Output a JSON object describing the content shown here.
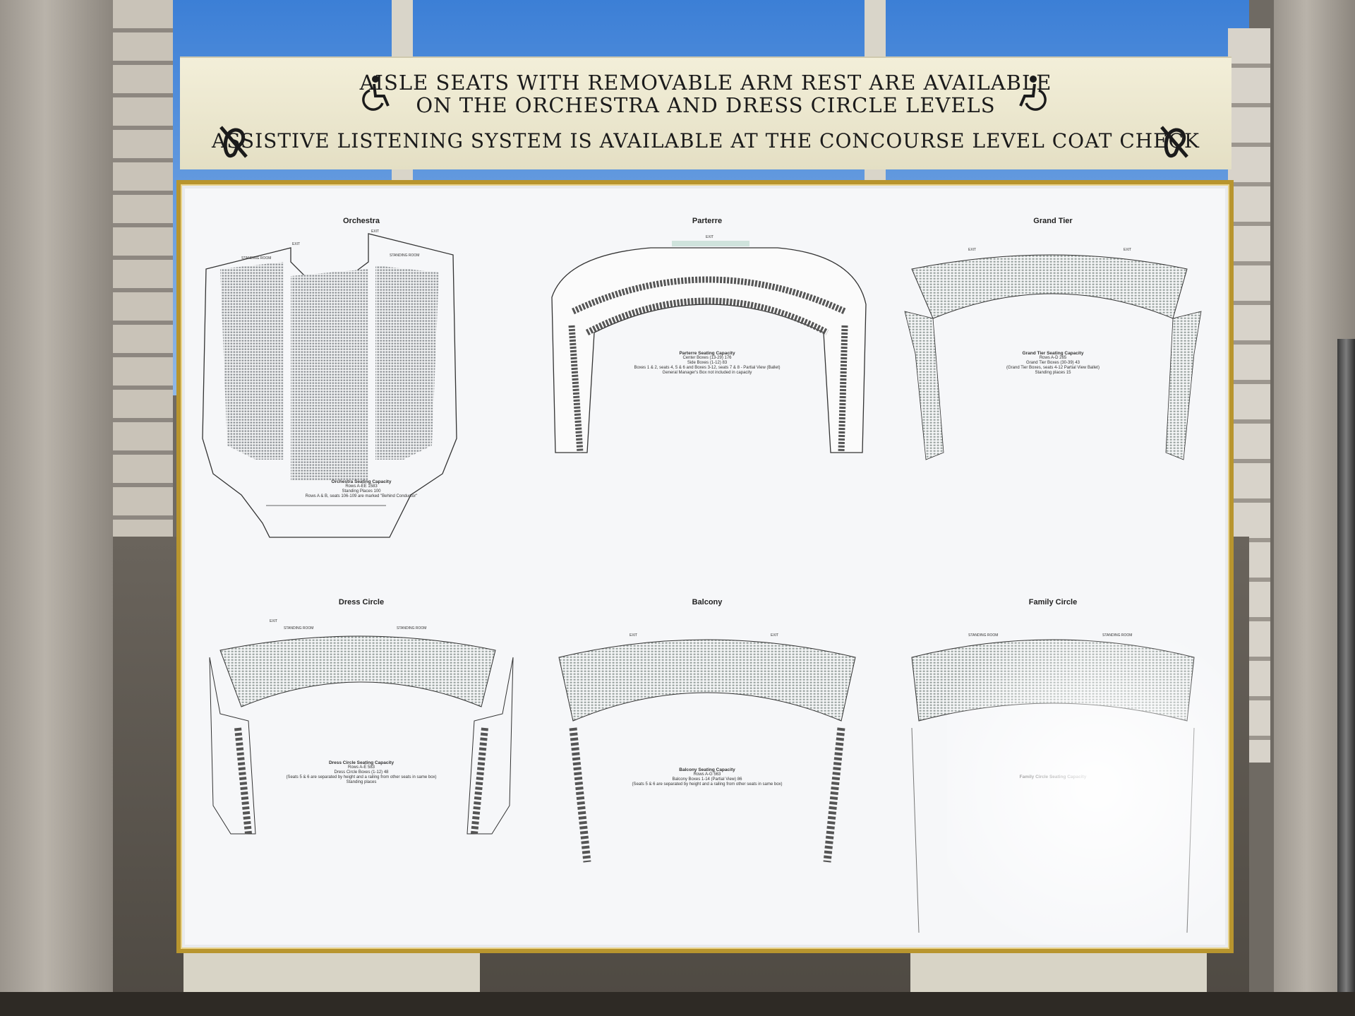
{
  "sign": {
    "line1": "AISLE SEATS WITH REMOVABLE ARM REST ARE AVAILABLE",
    "line2": "ON THE ORCHESTRA AND DRESS CIRCLE LEVELS",
    "line3": "ASSISTIVE LISTENING SYSTEM IS AVAILABLE AT THE CONCOURSE LEVEL COAT CHECK"
  },
  "sections": {
    "orchestra": {
      "title": "Orchestra",
      "exit": "EXIT",
      "standing": "STANDING ROOM",
      "caption_title": "Orchestra Seating Capacity",
      "caption_rows": "Rows A-EE          1583",
      "caption_standing": "Standing Places          100",
      "caption_note": "Rows A & B, seats 106-109 are marked \"Behind Conductor\""
    },
    "parterre": {
      "title": "Parterre",
      "exit": "EXIT",
      "caption_title": "Parterre Seating Capacity",
      "caption_rows": "Center Boxes (13-29)          176",
      "caption_standing": "Side Boxes (1-12)          83",
      "caption_note": "Boxes 1 & 2, seats 4, 5 & 6 and Boxes 3-12, seats 7 & 8 - Partial View (Ballet)",
      "caption_note2": "General Manager's Box not included in capacity"
    },
    "grand_tier": {
      "title": "Grand Tier",
      "exit": "EXIT",
      "caption_title": "Grand Tier Seating Capacity",
      "caption_rows": "Rows A-D          265",
      "caption_standing": "Grand Tier Boxes (30-39)          43",
      "caption_note": "(Grand Tier Boxes, seats 4-12 Partial View Ballet)",
      "caption_note2": "Standing places          15"
    },
    "dress_circle": {
      "title": "Dress Circle",
      "exit": "EXIT",
      "standing": "STANDING ROOM",
      "caption_title": "Dress Circle Seating Capacity",
      "caption_rows": "Rows A-E          583",
      "caption_standing": "Dress Circle Boxes (1-12)          48",
      "caption_note": "(Seats 5 & 6 are separated by height and a railing from other seats in same box)",
      "caption_note2": "Standing places"
    },
    "balcony": {
      "title": "Balcony",
      "exit": "EXIT",
      "caption_title": "Balcony Seating Capacity",
      "caption_rows": "Rows A-G          563",
      "caption_standing": "Balcony Boxes 1-14 (Partial View)          86",
      "caption_note": "(Seats 5 & 6 are separated by height and a railing from other seats in same box)"
    },
    "family_circle": {
      "title": "Family Circle",
      "standing": "STANDING ROOM",
      "caption_title": "Family Circle Seating Capacity"
    }
  }
}
